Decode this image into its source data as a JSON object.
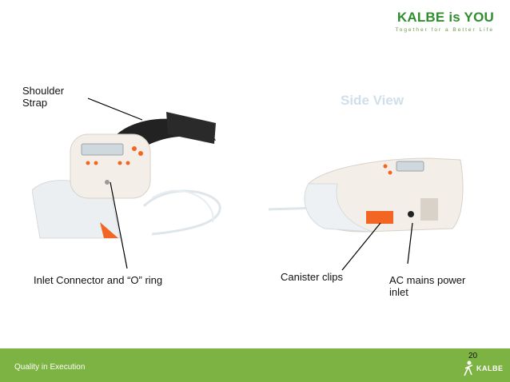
{
  "header": {
    "brand_title": "KALBE is YOU",
    "brand_tagline": "Together for a Better Life"
  },
  "labels": {
    "shoulder_strap": "Shoulder\nStrap",
    "side_view": "Side View",
    "inlet_connector": "Inlet Connector and “O” ring",
    "canister_clips": "Canister clips",
    "ac_mains": "AC mains power inlet"
  },
  "footer": {
    "text": "Quality in Execution",
    "page_number": "20",
    "logo": "KALBE"
  },
  "colors": {
    "brand_green": "#2f8f2f",
    "footer_green": "#7cb342",
    "accent_orange": "#f26522"
  }
}
